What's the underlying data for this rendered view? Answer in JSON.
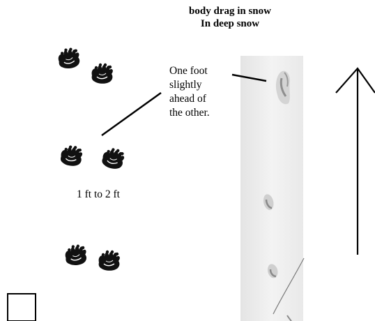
{
  "header": {
    "title": "body drag in snow",
    "subtitle": "In deep snow"
  },
  "annotations": {
    "foot_note": [
      "One foot",
      "slightly",
      "ahead of",
      "the other."
    ],
    "stride": "1 ft to 2 ft"
  },
  "icons": {
    "direction": "arrow-up-icon",
    "checkbox": "empty-box-icon",
    "tracks": "paw-print-icon"
  },
  "colors": {
    "ink": "#000000",
    "snow_light": "#f2f2f2",
    "snow_shadow": "#a0a0a0"
  }
}
